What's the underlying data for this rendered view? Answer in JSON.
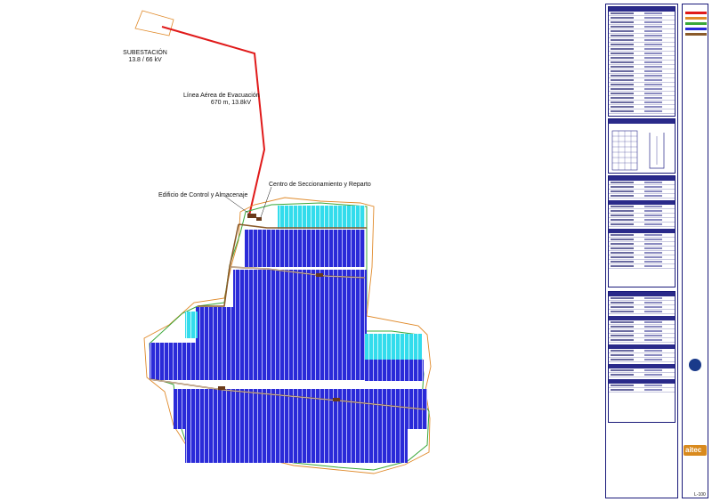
{
  "labels": {
    "substation_name": "SUBESTACIÓN",
    "substation_voltage": "13.8 / 66 kV",
    "line_name": "Línea Aérea de Evacuación",
    "line_spec": "670 m, 13.8kV",
    "sectioning_center": "Centro de Seccionamiento y Reparto",
    "control_building": "Edificio de Control y Almacenaje"
  },
  "title_block": {
    "logo_text": "aitec",
    "plan_number": "L-100"
  },
  "colors": {
    "evacuation_line": "#e01a1a",
    "plot_boundary": "#e08a2a",
    "fence": "#3aa83a",
    "panel_blue": "#2a2ad8",
    "panel_cyan": "#33dcec",
    "road": "#8a5a2a",
    "frame": "#1a1a7a"
  }
}
